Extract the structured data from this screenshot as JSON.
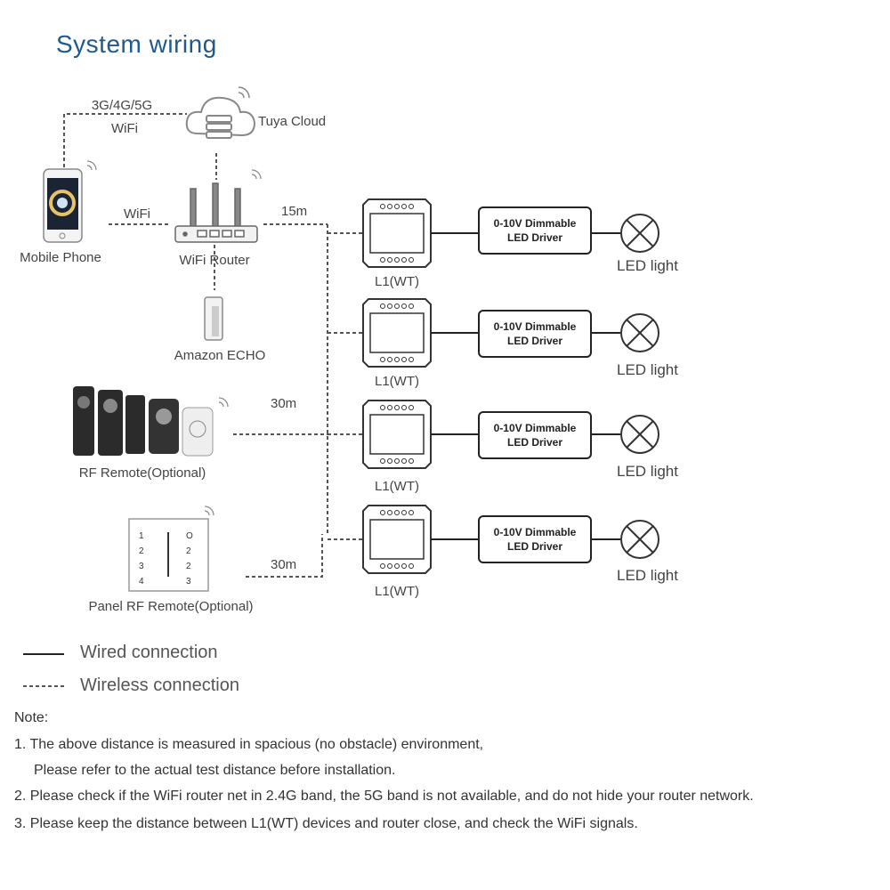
{
  "title": "System wiring",
  "labels": {
    "cellular": "3G/4G/5G",
    "wifi_top": "WiFi",
    "cloud": "Tuya Cloud",
    "wifi_mid": "WiFi",
    "phone": "Mobile Phone",
    "router": "WiFi Router",
    "echo": "Amazon ECHO",
    "rf_remote": "RF Remote(Optional)",
    "panel_remote": "Panel RF Remote(Optional)",
    "dist_router": "15m",
    "dist_rf": "30m",
    "dist_panel": "30m"
  },
  "panel_keys": {
    "left": [
      "1",
      "2",
      "3",
      "4"
    ],
    "right": [
      "O",
      "2",
      "2",
      "3"
    ]
  },
  "rows": [
    {
      "module": "L1(WT)",
      "driver_line1": "0-10V Dimmable",
      "driver_line2": "LED Driver",
      "light": "LED light"
    },
    {
      "module": "L1(WT)",
      "driver_line1": "0-10V Dimmable",
      "driver_line2": "LED Driver",
      "light": "LED light"
    },
    {
      "module": "L1(WT)",
      "driver_line1": "0-10V Dimmable",
      "driver_line2": "LED Driver",
      "light": "LED light"
    },
    {
      "module": "L1(WT)",
      "driver_line1": "0-10V Dimmable",
      "driver_line2": "LED Driver",
      "light": "LED light"
    }
  ],
  "legend": {
    "wired": "Wired connection",
    "wireless": "Wireless connection"
  },
  "notes": {
    "heading": "Note:",
    "n1a": "1. The above distance is measured in spacious (no obstacle) environment,",
    "n1b": "Please refer to the actual test distance before installation.",
    "n2": "2. Please check if the WiFi router net in 2.4G band, the 5G band is not available, and do not hide your router network.",
    "n3": "3. Please keep the distance between L1(WT) devices and router close, and check the WiFi signals."
  },
  "colors": {
    "title": "#1f5a8f",
    "line": "#222222",
    "dashed": "#555555"
  }
}
